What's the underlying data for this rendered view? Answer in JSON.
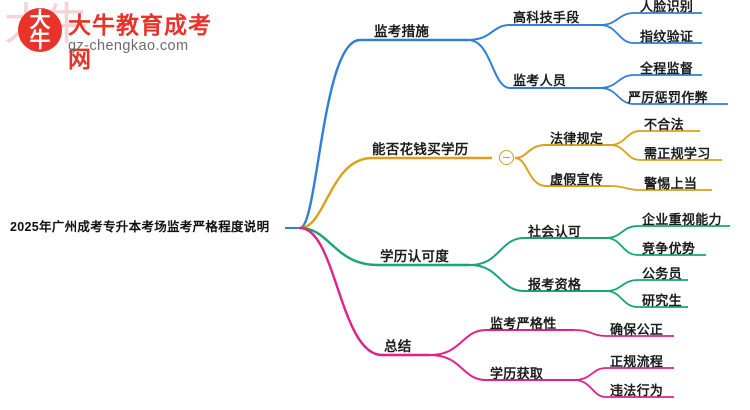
{
  "logo": {
    "watermark": "大牛",
    "brand_mark": "大 牛",
    "title": "大牛教育成考网",
    "subtitle": "gz-chengkao.com",
    "brand_color": "#e8322a"
  },
  "mindmap": {
    "root": {
      "label": "2025年广州成考专升本考场监考严格程度说明"
    },
    "branches": [
      {
        "label": "监考措施",
        "color": "#2f7ed8",
        "children": [
          {
            "label": "高科技手段",
            "children": [
              {
                "label": "人脸识别"
              },
              {
                "label": "指纹验证"
              }
            ]
          },
          {
            "label": "监考人员",
            "children": [
              {
                "label": "全程监督"
              },
              {
                "label": "严厉惩罚作弊"
              }
            ]
          }
        ]
      },
      {
        "label": "能否花钱买学历",
        "color": "#d8a21a",
        "collapsed_toggle": "−",
        "children": [
          {
            "label": "法律规定",
            "children": [
              {
                "label": "不合法"
              },
              {
                "label": "需正规学习"
              }
            ]
          },
          {
            "label": "虚假宣传",
            "children": [
              {
                "label": "警惕上当"
              }
            ]
          }
        ]
      },
      {
        "label": "学历认可度",
        "color": "#17a673",
        "children": [
          {
            "label": "社会认可",
            "children": [
              {
                "label": "企业重视能力"
              },
              {
                "label": "竞争优势"
              }
            ]
          },
          {
            "label": "报考资格",
            "children": [
              {
                "label": "公务员"
              },
              {
                "label": "研究生"
              }
            ]
          }
        ]
      },
      {
        "label": "总结",
        "color": "#e0218a",
        "children": [
          {
            "label": "监考严格性",
            "children": [
              {
                "label": "确保公正"
              }
            ]
          },
          {
            "label": "学历获取",
            "children": [
              {
                "label": "正规流程"
              },
              {
                "label": "违法行为"
              }
            ]
          }
        ]
      }
    ]
  }
}
